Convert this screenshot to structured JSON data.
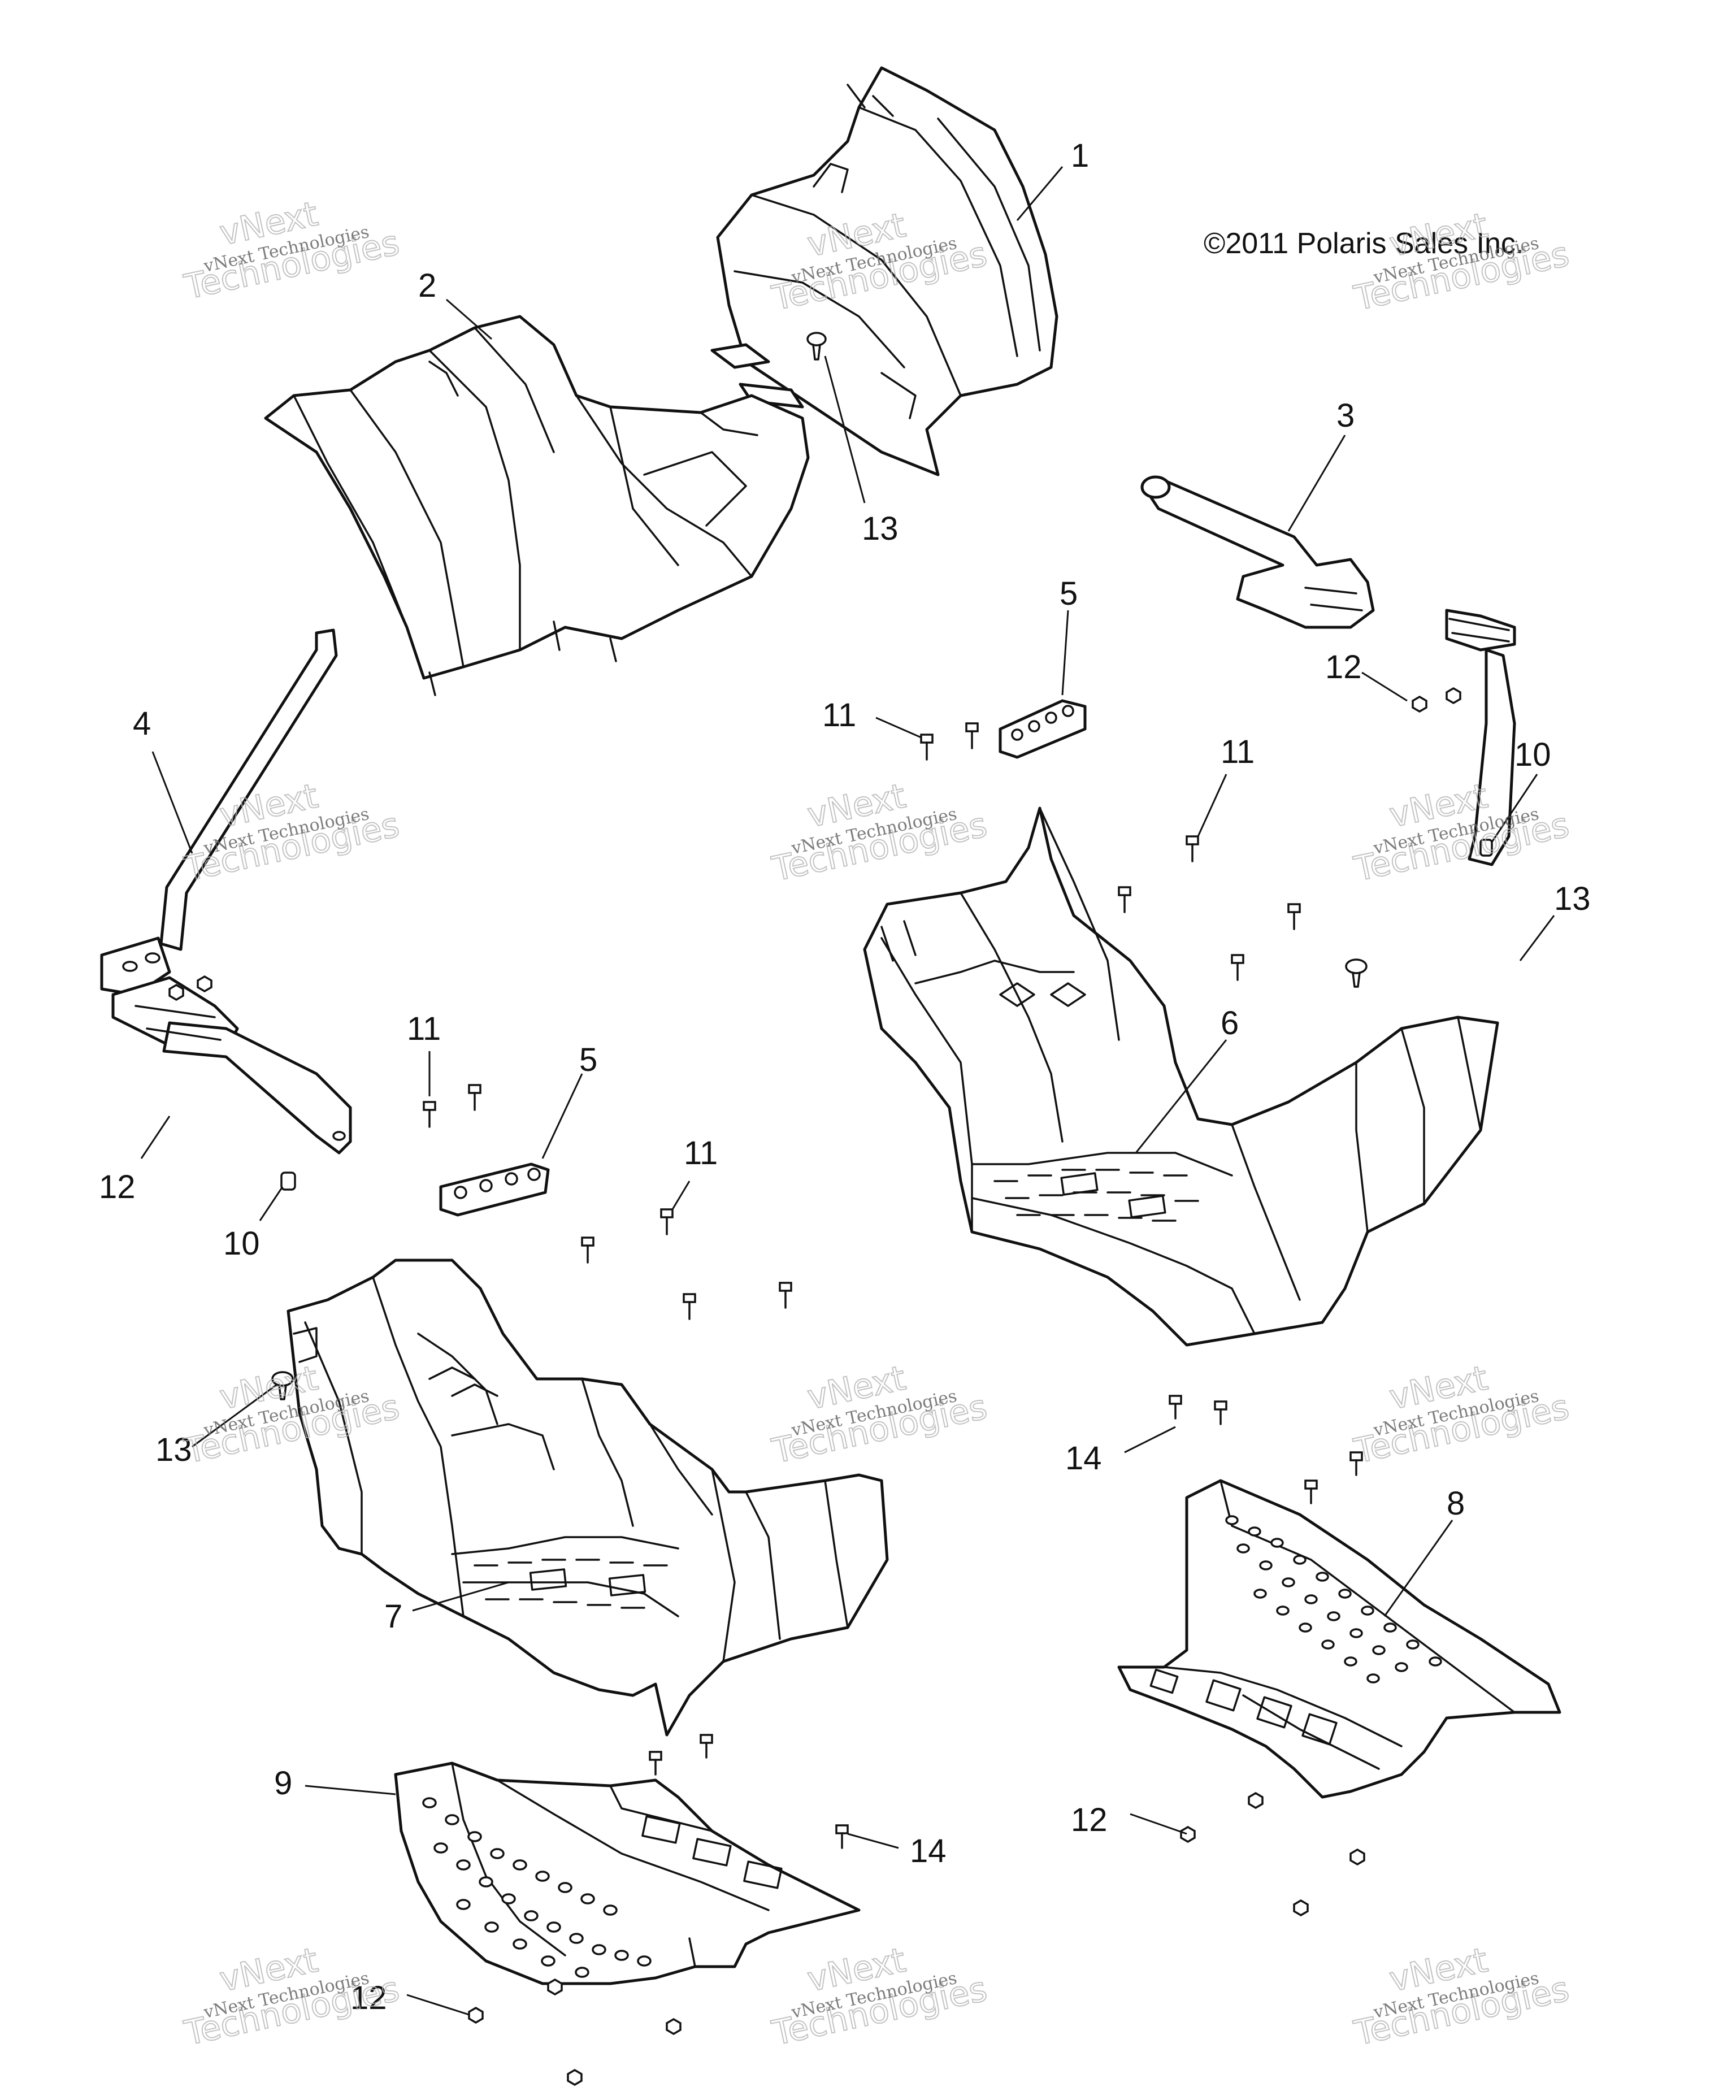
{
  "copyright": "©2011 Polaris Sales Inc.",
  "watermark": {
    "line1": "vNext Technologies",
    "line2": "vNext",
    "line3": "Technologies"
  },
  "callouts": [
    "1",
    "2",
    "3",
    "4",
    "5",
    "5",
    "6",
    "7",
    "8",
    "9",
    "10",
    "10",
    "11",
    "11",
    "11",
    "11",
    "12",
    "12",
    "12",
    "12",
    "13",
    "13",
    "13",
    "14",
    "14"
  ]
}
